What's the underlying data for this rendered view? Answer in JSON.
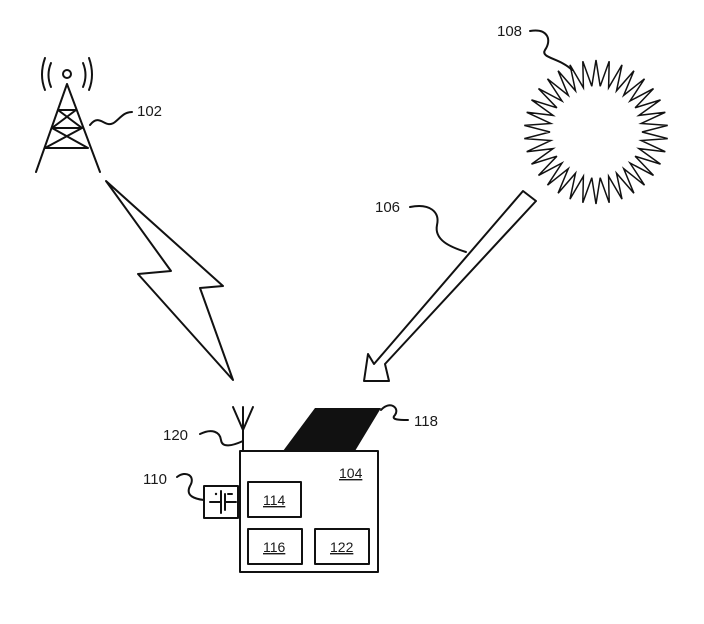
{
  "diagram": {
    "labels": {
      "tower": "102",
      "device": "104",
      "light_beam": "106",
      "sun": "108",
      "battery": "110",
      "component_a": "114",
      "component_b": "116",
      "solar_panel": "118",
      "antenna": "120",
      "component_c": "122"
    },
    "colors": {
      "ink": "#111111",
      "background": "#ffffff"
    },
    "icons": {
      "tower": "cell-tower-icon",
      "signal": "lightning-bolt-icon",
      "sun": "sun-icon",
      "beam": "arrow-icon",
      "battery": "battery-icon",
      "antenna": "antenna-icon",
      "solar_panel": "solar-panel-icon"
    }
  }
}
